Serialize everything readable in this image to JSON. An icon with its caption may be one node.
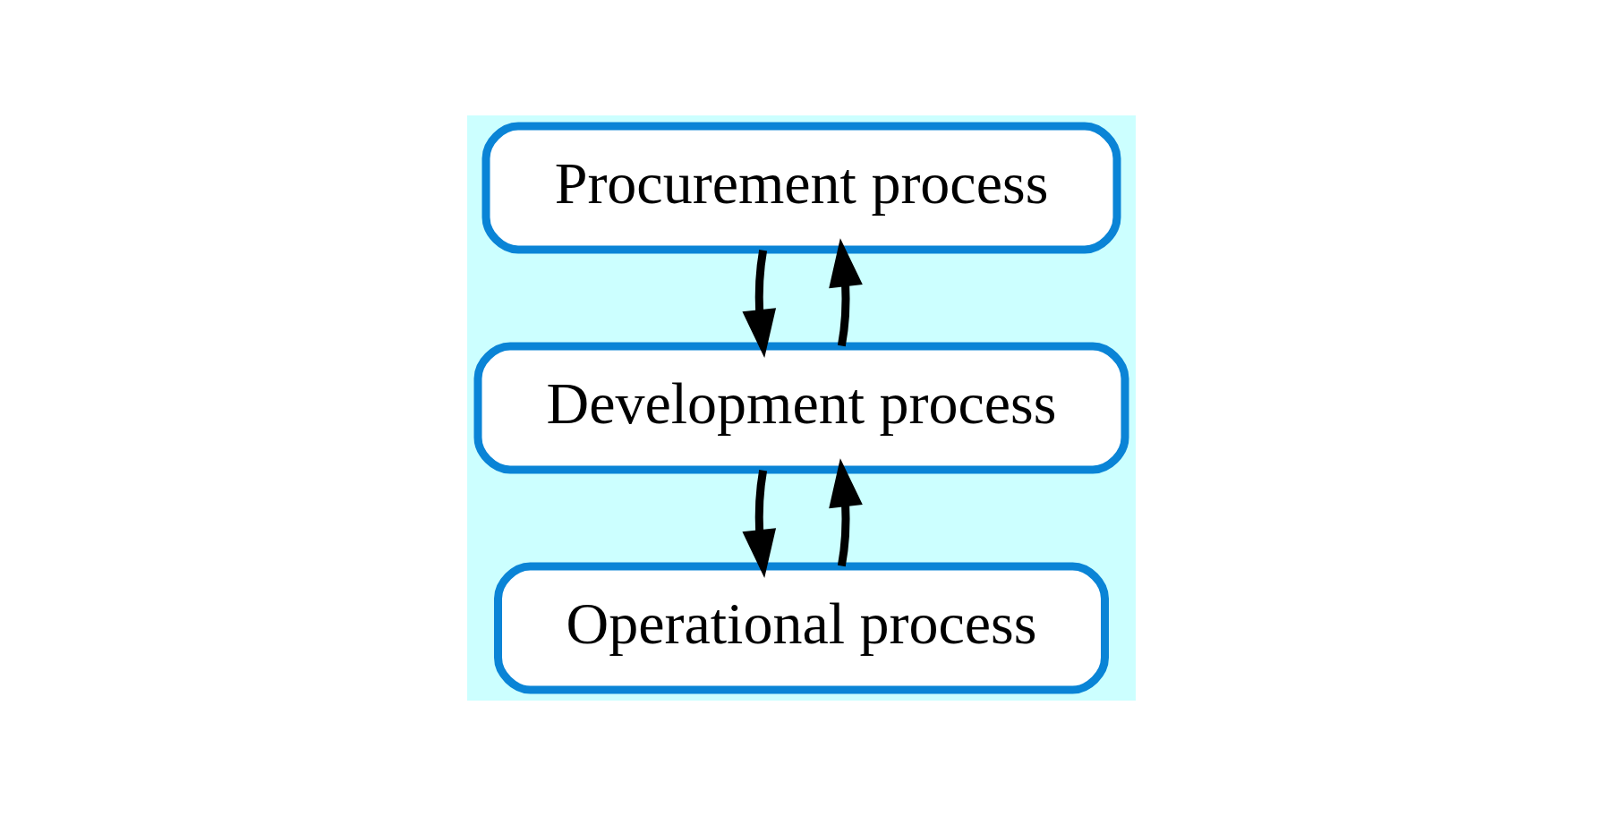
{
  "diagram": {
    "nodes": [
      {
        "text": [
          "Procurement process"
        ]
      },
      {
        "text": [
          "Development process"
        ]
      },
      {
        "text": [
          "Operational process"
        ]
      }
    ],
    "edges": [
      {
        "from": 0,
        "to": 1,
        "arrow": "to"
      },
      {
        "from": 1,
        "to": 0,
        "arrow": "to"
      },
      {
        "from": 1,
        "to": 2,
        "arrow": "to"
      },
      {
        "from": 2,
        "to": 1,
        "arrow": "to"
      }
    ]
  }
}
